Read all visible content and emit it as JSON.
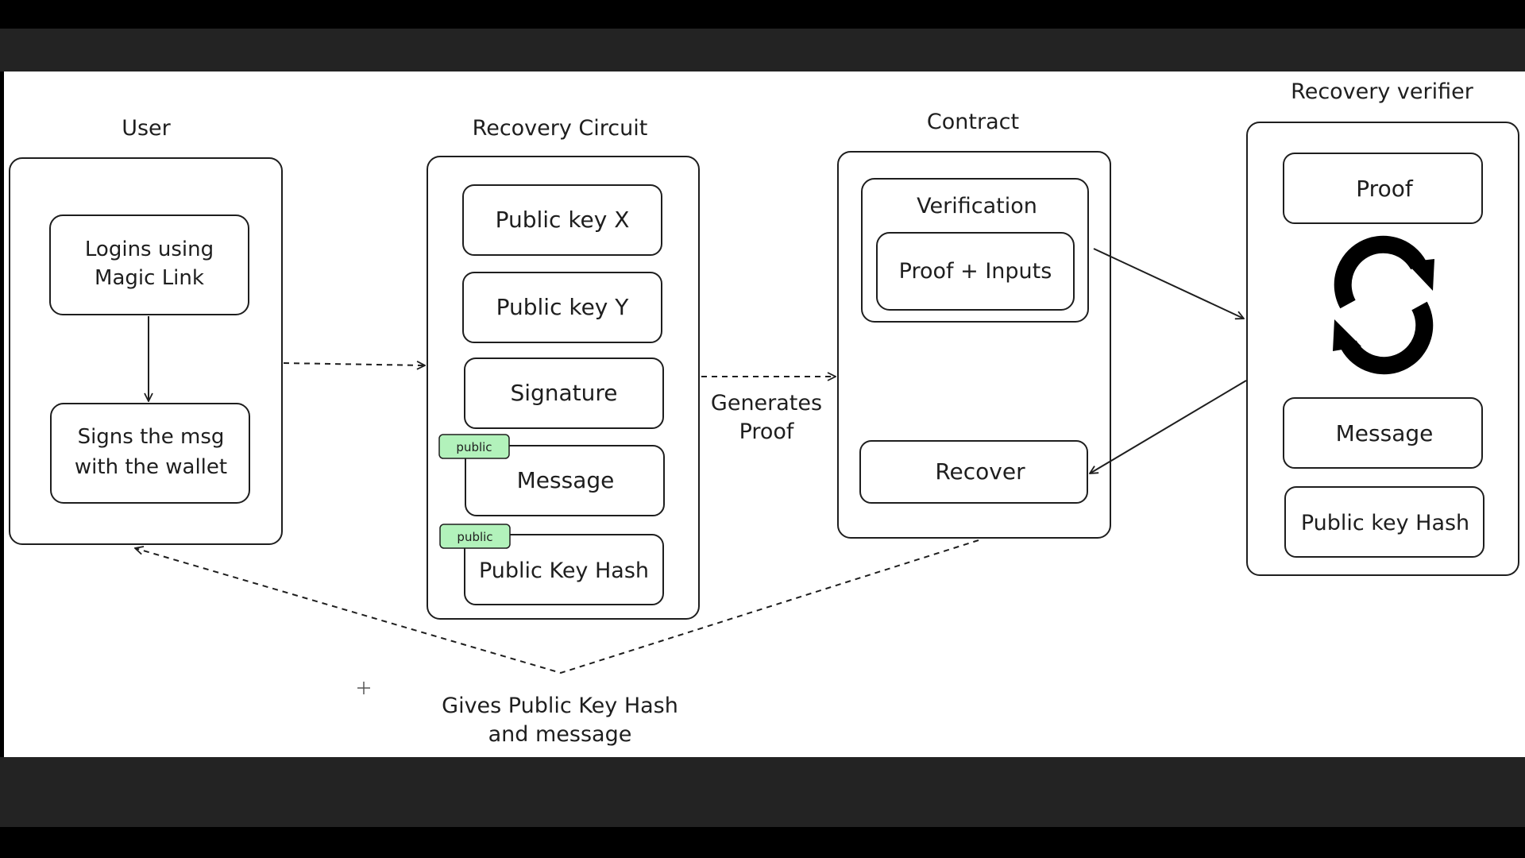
{
  "diagram": {
    "user": {
      "title": "User",
      "step1_line1": "Logins using",
      "step1_line2": "Magic Link",
      "step2_line1": "Signs the msg",
      "step2_line2": "with the wallet"
    },
    "circuit": {
      "title": "Recovery Circuit",
      "items": [
        "Public key X",
        "Public key Y",
        "Signature",
        "Message",
        "Public Key Hash"
      ],
      "tag": "public"
    },
    "contract": {
      "title": "Contract",
      "verification": "Verification",
      "proof_inputs": "Proof + Inputs",
      "recover": "Recover"
    },
    "verifier": {
      "title": "Recovery verifier",
      "items": [
        "Proof",
        "Message",
        "Public key Hash"
      ],
      "icon": "refresh-icon"
    },
    "edges": {
      "generates_line1": "Generates",
      "generates_line2": "Proof",
      "gives_line1": "Gives Public Key Hash",
      "gives_line2": "and message"
    }
  },
  "colors": {
    "stroke": "#1e1e1e",
    "public_tag": "#b2f2bb",
    "chrome_bar": "#232323"
  }
}
